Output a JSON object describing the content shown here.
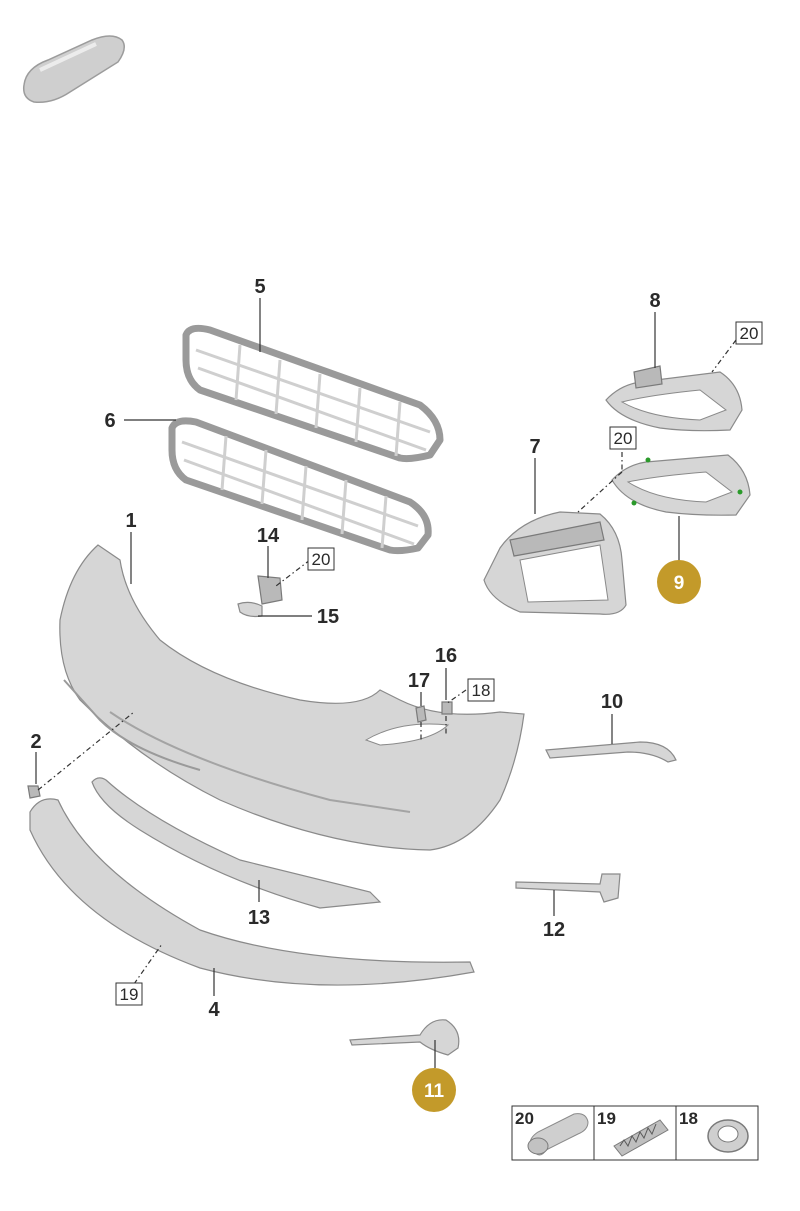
{
  "labels": {
    "l1": "1",
    "l2": "2",
    "l4": "4",
    "l5": "5",
    "l6": "6",
    "l7": "7",
    "l8": "8",
    "l10": "10",
    "l12": "12",
    "l13": "13",
    "l14": "14",
    "l15": "15",
    "l16": "16",
    "l17": "17"
  },
  "highlighted": {
    "h9": "9",
    "h11": "11"
  },
  "boxed": {
    "b20a": "20",
    "b20b": "20",
    "b20c": "20",
    "b18": "18",
    "b19": "19"
  },
  "legend": {
    "c20": "20",
    "c19": "19",
    "c18": "18"
  },
  "colors": {
    "highlight": "#c39a2a",
    "part": "#d6d6d6",
    "line": "#333333"
  },
  "icons": {
    "vehicle": "car-silhouette-icon"
  }
}
